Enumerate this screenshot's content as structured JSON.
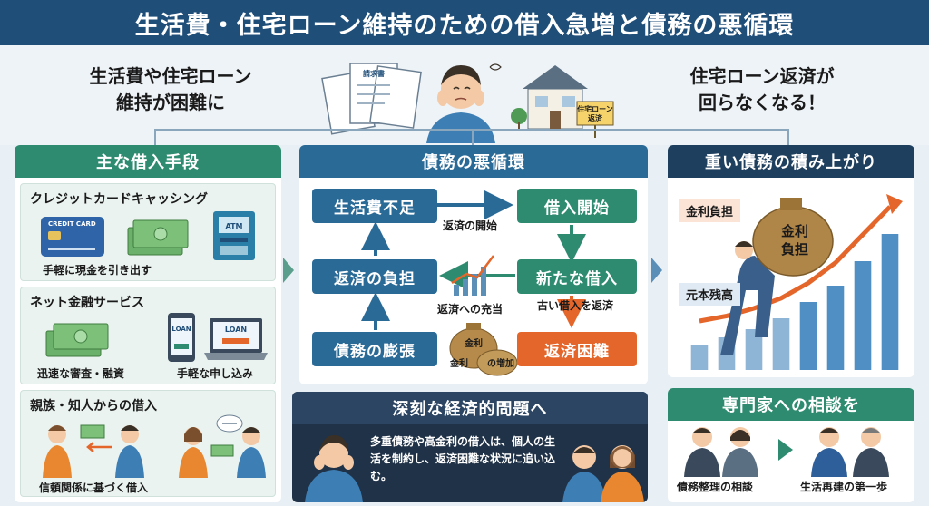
{
  "title": "生活費・住宅ローン維持のための借入急増と債務の悪循環",
  "top": {
    "left_text_line1": "生活費や住宅ローン",
    "left_text_line2": "維持が困難に",
    "right_text_line1": "住宅ローン返済が",
    "right_text_line2": "回らなくなる！",
    "bill_label": "請求書",
    "house_sign_line1": "住宅ローン",
    "house_sign_line2": "返済"
  },
  "left_panel": {
    "header": "主な借入手段",
    "credit": {
      "title": "クレジットカードキャッシング",
      "card_text": "CREDIT CARD",
      "atm_text": "ATM",
      "caption": "手軽に現金を引き出す"
    },
    "net": {
      "title": "ネット金融サービス",
      "phone_text": "LOAN",
      "laptop_text": "LOAN",
      "caption_left": "迅速な審査・融資",
      "caption_right": "手軽な申し込み"
    },
    "family": {
      "title": "親族・知人からの借入",
      "caption": "信頼関係に基づく借入"
    }
  },
  "cycle_panel": {
    "header": "債務の悪循環",
    "boxes": {
      "shortage": "生活費不足",
      "start": "借入開始",
      "burden": "返済の負担",
      "new_loan": "新たな借入",
      "expand": "債務の膨張",
      "difficulty": "返済困難"
    },
    "labels": {
      "repay_start": "返済の開始",
      "repay_fill": "返済への充当",
      "old_repay": "古い借入を返済"
    },
    "bag_labels": [
      "金利",
      "金利",
      "の増加"
    ]
  },
  "right_panel": {
    "header": "重い債務の積み上がり",
    "interest_label": "金利負担",
    "principal_label": "元本残高",
    "bag_line1": "金利",
    "bag_line2": "負担",
    "bars": [
      18,
      24,
      30,
      38,
      50,
      62,
      80,
      100
    ],
    "line_values": [
      10,
      14,
      20,
      28,
      40,
      56,
      78,
      100
    ]
  },
  "deep_panel": {
    "header": "深刻な経済的問題へ",
    "body": "多重債務や高金利の借入は、個人の生活を制約し、返済困難な状況に追い込む。"
  },
  "expert_panel": {
    "header": "専門家への相談を",
    "caption_left": "債務整理の相談",
    "caption_right": "生活再建の第一歩"
  },
  "colors": {
    "navy": "#1f4e79",
    "green": "#2e8b6f",
    "blue": "#2a6a97",
    "orange": "#e5662a",
    "dark": "#203247"
  }
}
